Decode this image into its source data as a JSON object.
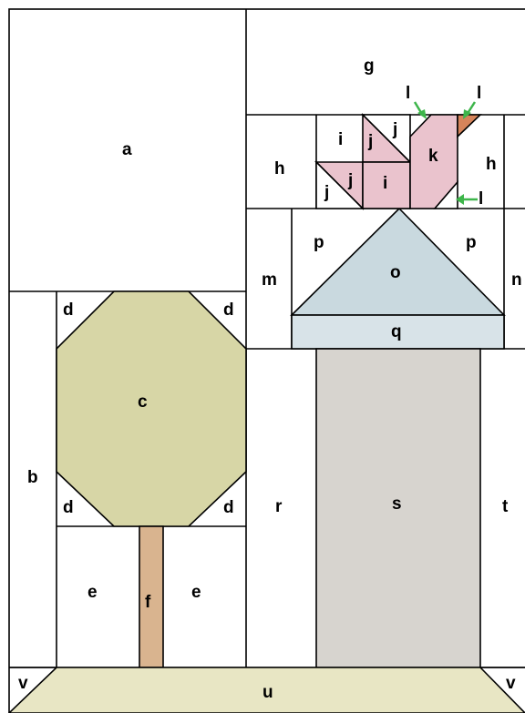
{
  "colors": {
    "line": "#000000",
    "tree_crown": "#d7d6a6",
    "trunk": "#d9b48f",
    "roof": "#c9d9df",
    "eaves": "#d8e3e8",
    "house_body": "#d7d4cf",
    "ground": "#e8e6c4",
    "bird": "#eac3cd",
    "beak": "#d6845a",
    "arrow": "#3db54a"
  },
  "labels": {
    "a": "a",
    "b": "b",
    "c": "c",
    "d": "d",
    "e": "e",
    "f": "f",
    "g": "g",
    "h": "h",
    "i": "i",
    "j": "j",
    "k": "k",
    "l": "l",
    "m": "m",
    "n": "n",
    "o": "o",
    "p": "p",
    "q": "q",
    "r": "r",
    "s": "s",
    "t": "t",
    "u": "u",
    "v": "v"
  },
  "arrows": [
    "arrow-icon",
    "arrow-icon",
    "arrow-icon"
  ]
}
